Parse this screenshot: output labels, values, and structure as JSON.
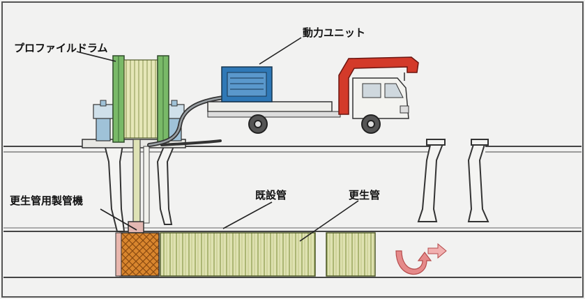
{
  "labels": {
    "profile_drum": "プロファイルドラム",
    "power_unit": "動力ユニット",
    "pipe_machine": "更生管用製管機",
    "existing_pipe": "既設管",
    "renewal_pipe": "更生管"
  },
  "colors": {
    "background": "#f2f2f1",
    "line": "#333333",
    "drum_green": "#7cbf6a",
    "drum_body": "#e4e6b0",
    "truck_red": "#d53a2b",
    "unit_blue": "#2f79b8",
    "pipe_body": "#d9deaa",
    "machine_orange": "#d8842c",
    "arrow_pink": "#e58686"
  },
  "icons": {
    "flow_arrow": "u-turn-arrow-icon",
    "direction_arrow": "right-arrow-icon"
  }
}
